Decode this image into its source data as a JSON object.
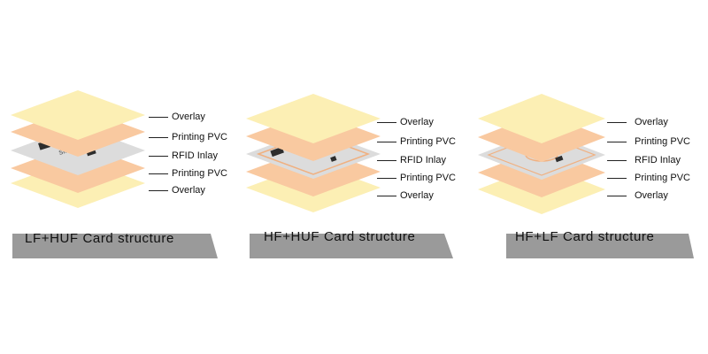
{
  "colors": {
    "overlay": "#fcefb4",
    "printing_pvc": "#f9c9a0",
    "inlay": "#dcdcdc",
    "banner": "#9a9a9a",
    "antenna": "#f0b080",
    "chip": "#2d2d2d"
  },
  "panels": [
    {
      "title": "LF+HUF Card structure",
      "layers": [
        "Overlay",
        "Printing PVC",
        "RFID Inlay",
        "Printing PVC",
        "Overlay"
      ],
      "inlay_text": "sirecell"
    },
    {
      "title": "HF+HUF Card structure",
      "layers": [
        "Overlay",
        "Printing PVC",
        "RFID Inlay",
        "Printing PVC",
        "Overlay"
      ],
      "inlay_text": ""
    },
    {
      "title": "HF+LF Card structure",
      "layers": [
        "Overlay",
        "Printing PVC",
        "RFID Inlay",
        "Printing PVC",
        "Overlay"
      ],
      "inlay_text": ""
    }
  ]
}
